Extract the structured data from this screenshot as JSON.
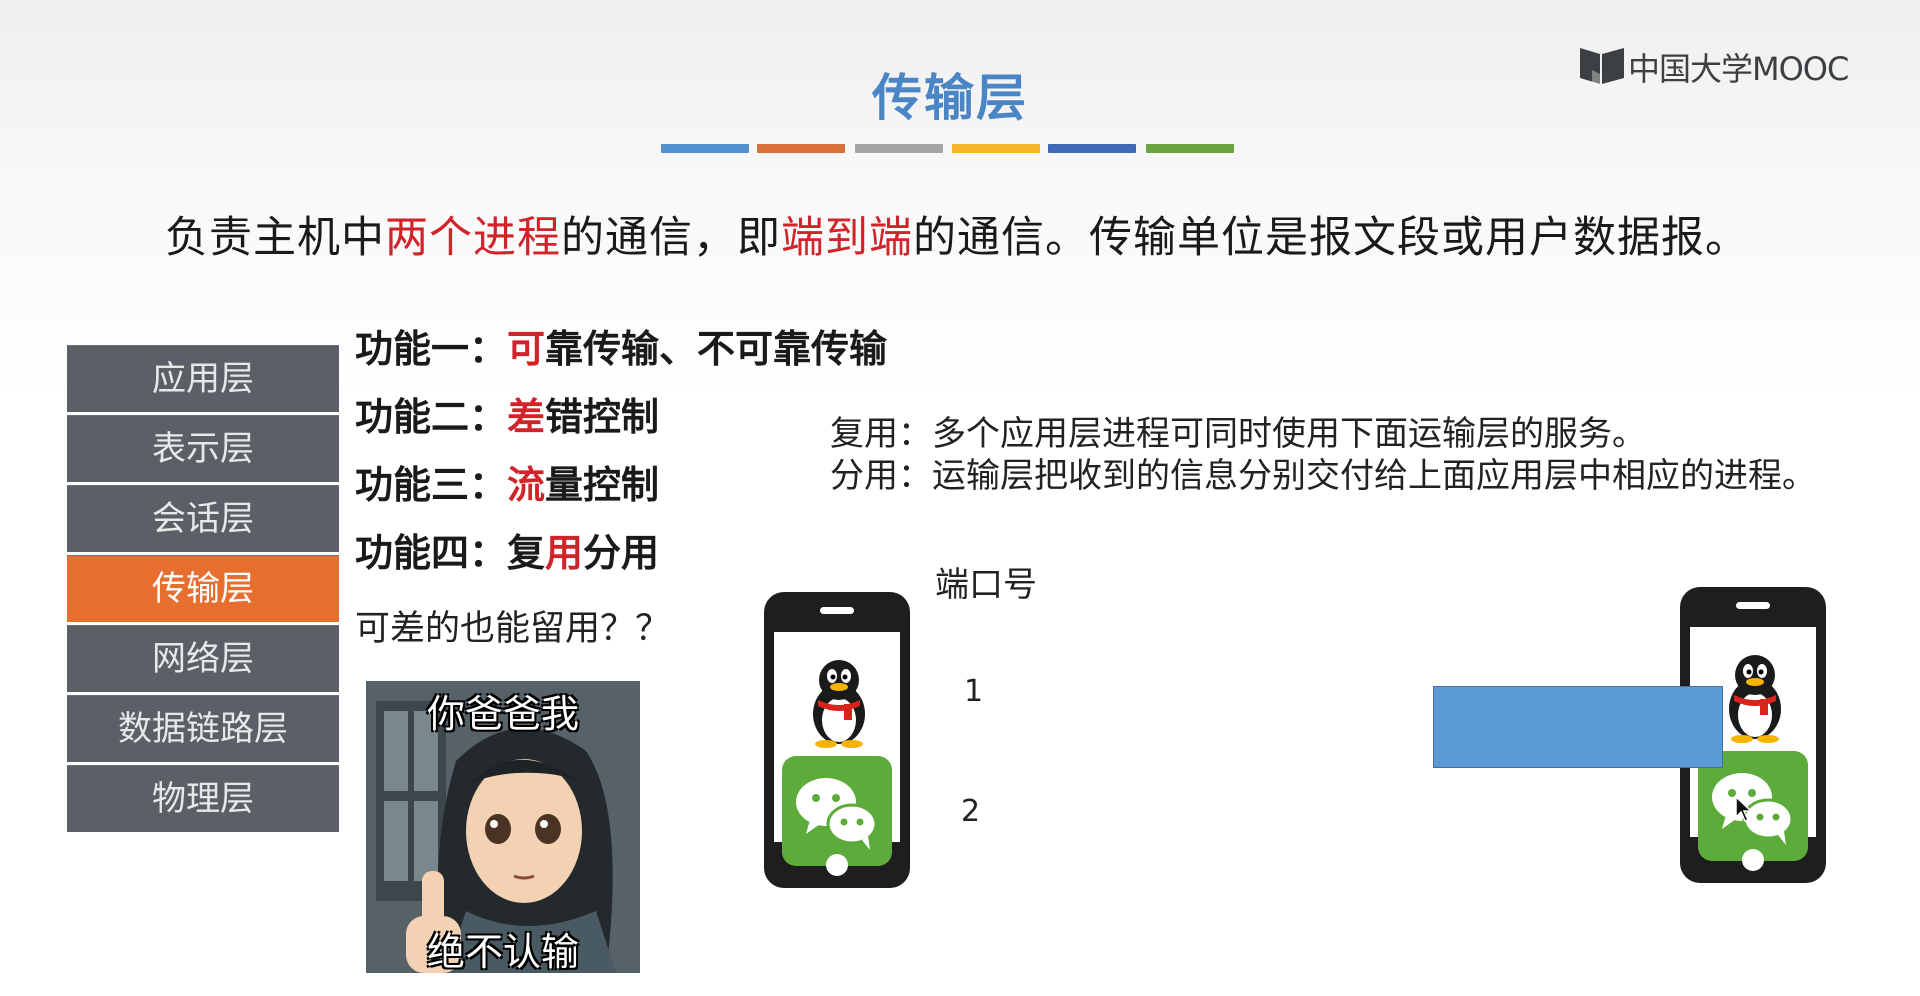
{
  "slide": {
    "title": "传输层",
    "logo_text": "中国大学MOOC",
    "stripe_colors": [
      "#5191cf",
      "#d9703c",
      "#a4a4a4",
      "#f2b52c",
      "#3f6bb5",
      "#6aa341"
    ],
    "description": {
      "part1": "负责主机中",
      "hl1": "两个进程",
      "part2": "的通信，即",
      "hl2": "端到端",
      "part3": "的通信。传输单位是报文段或用户数据报。"
    },
    "layers": [
      {
        "label": "应用层",
        "active": false
      },
      {
        "label": "表示层",
        "active": false
      },
      {
        "label": "会话层",
        "active": false
      },
      {
        "label": "传输层",
        "active": true
      },
      {
        "label": "网络层",
        "active": false
      },
      {
        "label": "数据链路层",
        "active": false
      },
      {
        "label": "物理层",
        "active": false
      }
    ],
    "functions": [
      {
        "prefix": "功能一：",
        "highlight": "可",
        "rest": "靠传输、不可靠传输"
      },
      {
        "prefix": "功能二：",
        "highlight": "差",
        "rest": "错控制"
      },
      {
        "prefix": "功能三：",
        "highlight": "流",
        "rest": "量控制"
      },
      {
        "prefix": "功能四：",
        "prefix2": "复",
        "highlight": "用",
        "rest": "分用"
      }
    ],
    "question": "可差的也能留用？？",
    "meme": {
      "top_caption": "你爸爸我",
      "bottom_caption": "绝不认输"
    },
    "multiplexing": "复用：多个应用层进程可同时使用下面运输层的服务。",
    "demultiplexing": "分用：运输层把收到的信息分别交付给上面应用层中相应的进程。",
    "port_label": "端口号",
    "ports": [
      "1",
      "2"
    ],
    "colors": {
      "accent_red": "#d1232a",
      "active_layer": "#e66f2f",
      "layer_bg": "#5b6066",
      "title_blue": "#4a86c5",
      "wechat_green": "#5dab3b",
      "block_blue": "#5b9bd5"
    }
  }
}
